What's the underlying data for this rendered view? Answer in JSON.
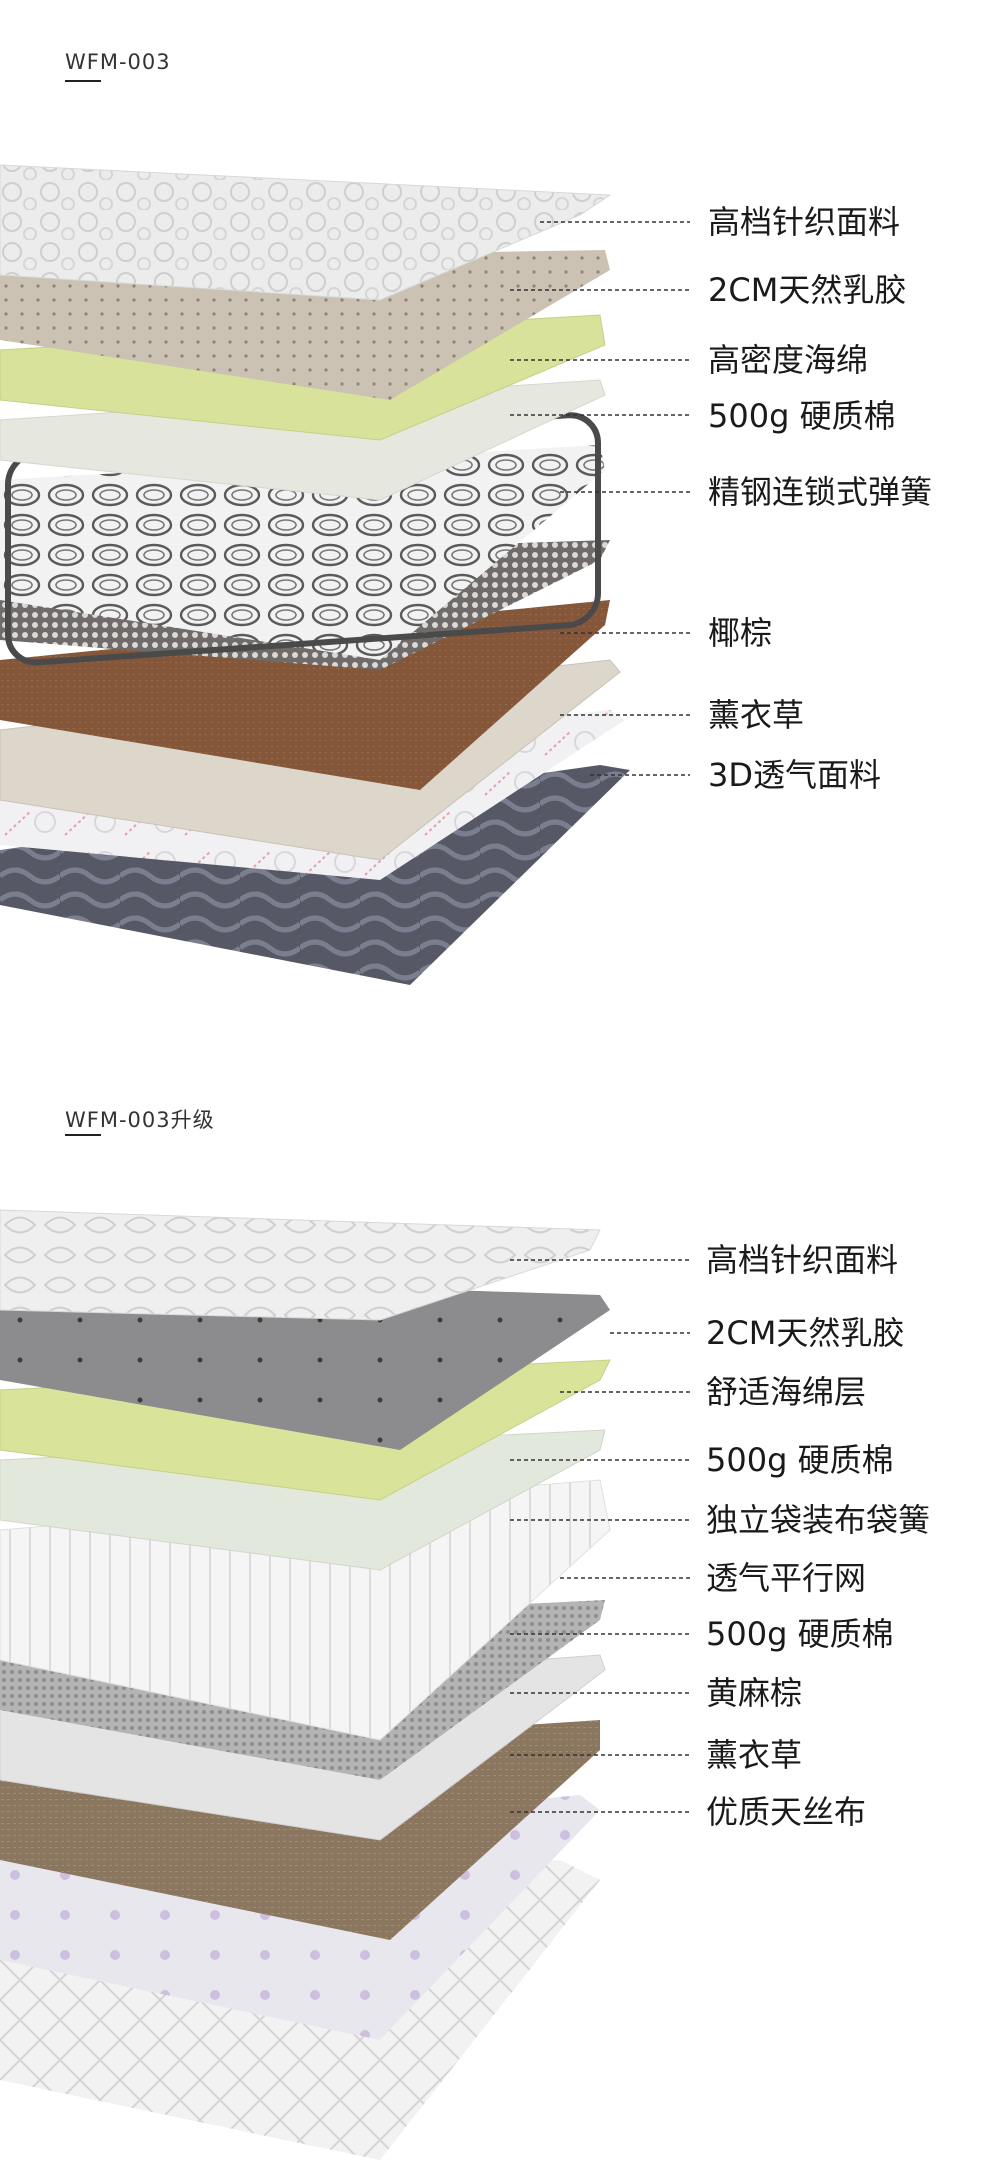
{
  "sections": [
    {
      "model": "WFM-003",
      "labels": [
        "高档针织面料",
        "2CM天然乳胶",
        "高密度海绵",
        "500g 硬质棉",
        "精钢连锁式弹簧",
        "椰棕",
        "薰衣草",
        "3D透气面料"
      ]
    },
    {
      "model": "WFM-003升级",
      "labels": [
        "高档针织面料",
        "2CM天然乳胶",
        "舒适海绵层",
        "500g 硬质棉",
        "独立袋装布袋簧",
        "透气平行网",
        "500g 硬质棉",
        "黄麻棕",
        "薰衣草",
        "优质天丝布"
      ]
    }
  ],
  "colors": {
    "knit": "#e8e8e8",
    "latex_beige": "#cfc6b6",
    "latex_grey": "#8a8a8c",
    "sponge_green": "#d9e39a",
    "cotton": "#e6e9e2",
    "spring_steel": "#555555",
    "coir": "#8a5a3a",
    "jute": "#8b7660",
    "lavender": "#d8d0c4",
    "mesh_grey": "#a8a8a8",
    "air3d": "#4a4c58",
    "tencel": "#eeeeee"
  }
}
